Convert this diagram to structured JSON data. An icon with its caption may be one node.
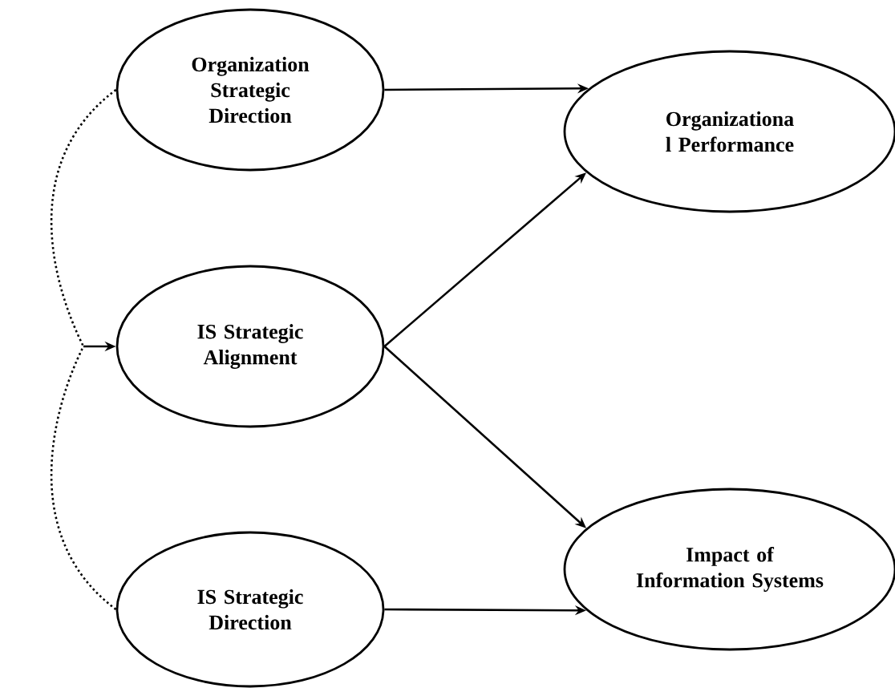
{
  "diagram": {
    "nodes": [
      {
        "text": [
          "Organization Strategic Direction"
        ]
      },
      {
        "text": [
          "Organizationa l Performance"
        ]
      },
      {
        "text": [
          "IS Strategic Alignment"
        ]
      },
      {
        "text": [
          "Impact of Information Systems"
        ]
      },
      {
        "text": [
          "IS Strategic Direction"
        ]
      }
    ],
    "edges": [
      {
        "from": 0,
        "to": 1,
        "arrow": "to"
      },
      {
        "from": 2,
        "to": 1,
        "arrow": "to"
      },
      {
        "from": 2,
        "to": 3,
        "arrow": "to"
      },
      {
        "from": 4,
        "to": 3,
        "arrow": "to"
      },
      {
        "from": 0,
        "to": 2,
        "arrow": "to",
        "style": "dashed"
      },
      {
        "from": 4,
        "to": 2,
        "arrow": "to",
        "style": "dashed"
      }
    ]
  }
}
